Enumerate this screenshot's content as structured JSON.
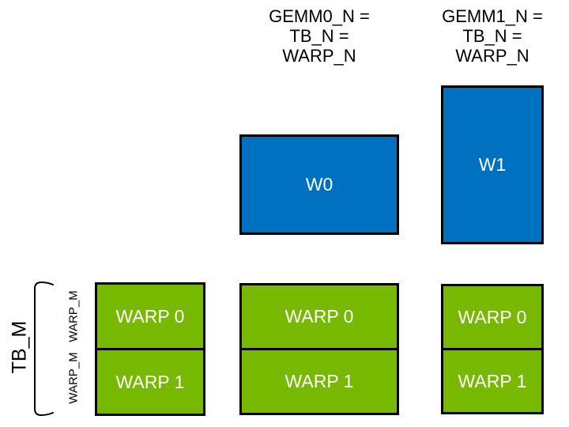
{
  "colors": {
    "background": "#FFFFFF",
    "blue": "#0070C0",
    "green": "#76B900",
    "border": "#000000",
    "label_text": "#000000",
    "box_text": "#FFFFFF"
  },
  "headers": {
    "gemm0": {
      "line1": "GEMM0_N =",
      "line2": "TB_N =",
      "line3": "WARP_N"
    },
    "gemm1": {
      "line1": "GEMM1_N =",
      "line2": "TB_N =",
      "line3": "WARP_N"
    }
  },
  "blue_boxes": {
    "w0": "W0",
    "w1": "W1"
  },
  "warp_columns": [
    {
      "top": "WARP 0",
      "bottom": "WARP 1"
    },
    {
      "top": "WARP 0",
      "bottom": "WARP 1"
    },
    {
      "top": "WARP 0",
      "bottom": "WARP 1"
    }
  ],
  "left_labels": {
    "tb_m": "TB_M",
    "warp_m_top": "WARP_M",
    "warp_m_bottom": "WARP_M"
  }
}
